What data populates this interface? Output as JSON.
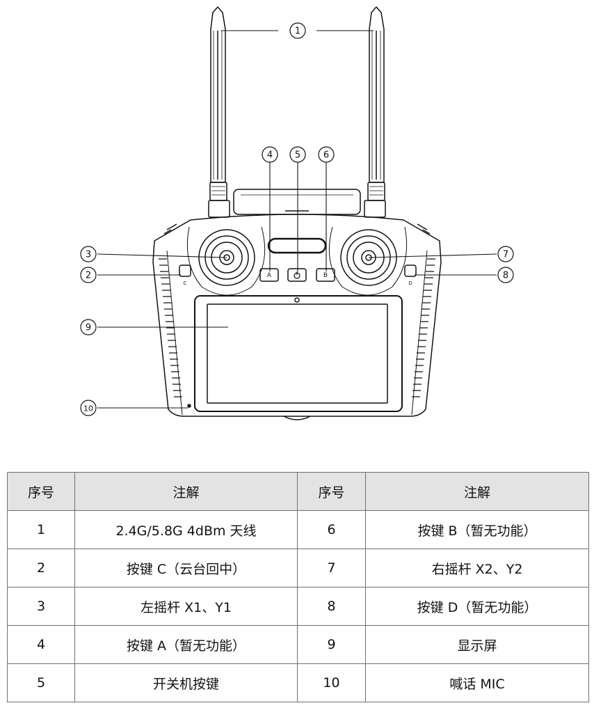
{
  "callouts": [
    "1",
    "2",
    "3",
    "4",
    "5",
    "6",
    "7",
    "8",
    "9",
    "10"
  ],
  "buttons": {
    "a": "A",
    "b": "B",
    "c": "C",
    "d": "D"
  },
  "table": {
    "headers": [
      "序号",
      "注解",
      "序号",
      "注解"
    ],
    "rows": [
      [
        "1",
        "2.4G/5.8G 4dBm 天线",
        "6",
        "按键 B（暂无功能）"
      ],
      [
        "2",
        "按键 C（云台回中）",
        "7",
        "右摇杆 X2、Y2"
      ],
      [
        "3",
        "左摇杆 X1、Y1",
        "8",
        "按键 D（暂无功能）"
      ],
      [
        "4",
        "按键 A（暂无功能）",
        "9",
        "显示屏"
      ],
      [
        "5",
        "开关机按键",
        "10",
        "喊话 MIC"
      ]
    ]
  }
}
